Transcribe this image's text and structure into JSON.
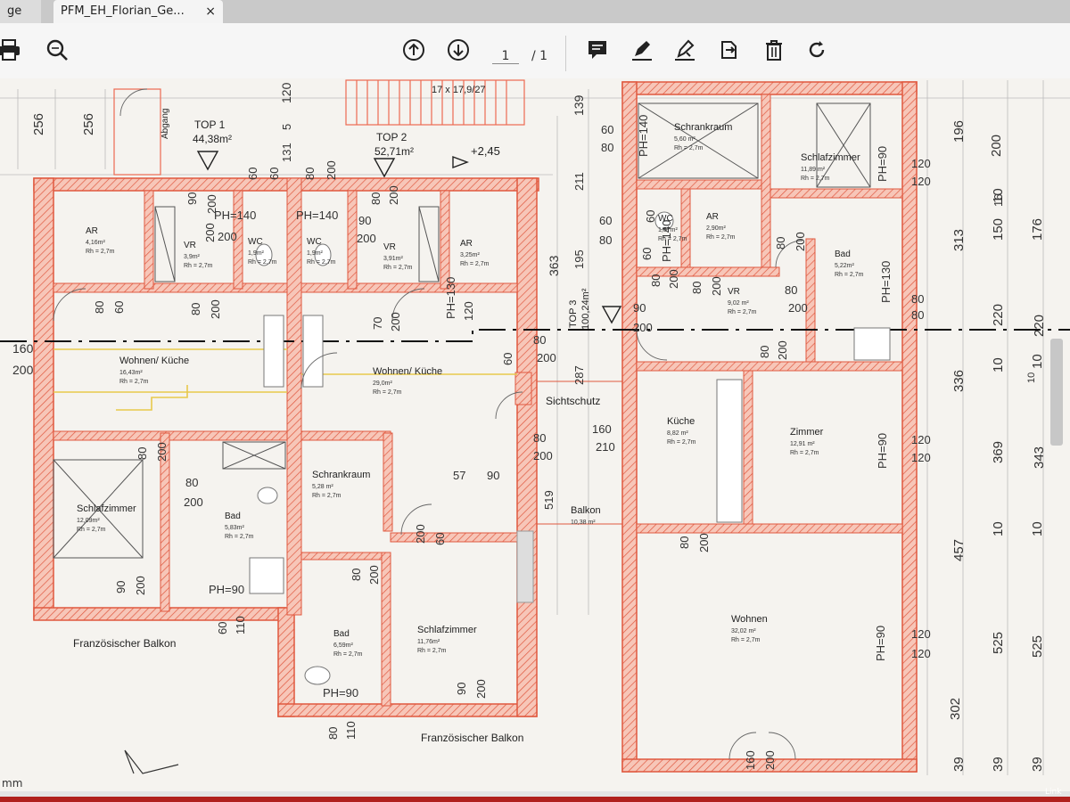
{
  "tabs": {
    "inactive_label": "ge",
    "active_label": "PFM_EH_Florian_Ge...",
    "close_glyph": "×"
  },
  "toolbar": {
    "current_page": "1",
    "page_total": "/ 1"
  },
  "status": {
    "unit": "mm"
  },
  "taskbar": {
    "text": "Link"
  },
  "colors": {
    "wall": "#ec6a52",
    "wall_fill": "#f6b8a8",
    "text": "#222222",
    "dim": "#333333",
    "accent": "#b0201d"
  },
  "plan": {
    "top_labels": {
      "stair": "17 x 17,9/27",
      "top1_title": "TOP 1",
      "top1_area": "44,38m²",
      "top2_title": "TOP 2",
      "top2_area": "52,71m²",
      "top3_title": "TOP 3",
      "top3_area": "100,24m²",
      "level": "+2,45",
      "ausgang": "Abgang"
    },
    "rooms": [
      {
        "name": "AR",
        "area": "4,16m²",
        "height": "Rh = 2,7m"
      },
      {
        "name": "VR",
        "area": "3,9m²",
        "height": "Rh = 2,7m"
      },
      {
        "name": "WC",
        "area": "1,9m²",
        "height": "Rh = 2,7m"
      },
      {
        "name": "WC",
        "area": "1,9m²",
        "height": "Rh = 2,7m"
      },
      {
        "name": "VR",
        "area": "3,91m²",
        "height": "Rh = 2,7m"
      },
      {
        "name": "AR",
        "area": "3,25m²",
        "height": "Rh = 2,7m"
      },
      {
        "name": "Wohnen/ Küche",
        "area": "16,43m²",
        "height": "Rh = 2,7m"
      },
      {
        "name": "Wohnen/ Küche",
        "area": "29,0m²",
        "height": "Rh = 2,7m"
      },
      {
        "name": "Schlafzimmer",
        "area": "12,09m²",
        "height": "Rh = 2,7m"
      },
      {
        "name": "Bad",
        "area": "5,83m²",
        "height": "Rh = 2,7m"
      },
      {
        "name": "Schrankraum",
        "area": "5,28 m²",
        "height": "Rh = 2,7m"
      },
      {
        "name": "Bad",
        "area": "6,59m²",
        "height": "Rh = 2,7m"
      },
      {
        "name": "Schlafzimmer",
        "area": "11,76m²",
        "height": "Rh = 2,7m"
      },
      {
        "name": "Schrankraum",
        "area": "5,60 m²",
        "height": "Rh = 2,7m"
      },
      {
        "name": "Schlafzimmer",
        "area": "11,89 m²",
        "height": "Rh = 2,7m"
      },
      {
        "name": "WC",
        "area": "1,57m²",
        "height": "Rh = 2,7m"
      },
      {
        "name": "AR",
        "area": "2,90m²",
        "height": "Rh = 2,7m"
      },
      {
        "name": "Bad",
        "area": "5,22m²",
        "height": "Rh = 2,7m"
      },
      {
        "name": "VR",
        "area": "9,02 m²",
        "height": "Rh = 2,7m"
      },
      {
        "name": "Küche",
        "area": "8,82 m²",
        "height": "Rh = 2,7m"
      },
      {
        "name": "Zimmer",
        "area": "12,91 m²",
        "height": "Rh = 2,7m"
      },
      {
        "name": "Balkon",
        "area": "10,38 m²",
        "height": ""
      },
      {
        "name": "Wohnen",
        "area": "32,02 m²",
        "height": "Rh = 2,7m"
      }
    ],
    "labels": {
      "balkon_left": "Französischer Balkon",
      "balkon_bottom": "Französischer Balkon",
      "sichtschutz": "Sichtschutz"
    },
    "left_dims": [
      "256",
      "256",
      "160",
      "200"
    ],
    "right_dims": [
      "196",
      "200",
      "313",
      "150",
      "10",
      "176",
      "220",
      "220",
      "336",
      "10",
      "10",
      "369",
      "343",
      "457",
      "10",
      "10",
      "525",
      "525",
      "302",
      "39",
      "39",
      "39"
    ],
    "misc_dims": [
      "120",
      "5",
      "131",
      "139",
      "211",
      "363",
      "195",
      "287",
      "519",
      "57",
      "90",
      "16",
      "10"
    ],
    "opening_dims": [
      "80",
      "60",
      "60",
      "80",
      "200",
      "200",
      "90",
      "200",
      "PH=140",
      "PH=140",
      "60",
      "60",
      "80",
      "200",
      "90",
      "200",
      "80",
      "200",
      "80",
      "200",
      "70",
      "200",
      "PH=130",
      "120",
      "60",
      "80",
      "200",
      "80",
      "200",
      "80",
      "200",
      "200",
      "60",
      "160",
      "210",
      "80",
      "200",
      "80",
      "200",
      "80",
      "200",
      "90",
      "200",
      "90",
      "200",
      "PH=90",
      "60",
      "110",
      "80",
      "110",
      "PH=90",
      "60",
      "80",
      "60",
      "60",
      "PH=140",
      "90",
      "200",
      "80",
      "200",
      "80",
      "200",
      "PH=130",
      "80",
      "80",
      "80",
      "200",
      "80",
      "200",
      "120",
      "120",
      "PH=90",
      "120",
      "120",
      "PH=90",
      "120",
      "120",
      "PH=140",
      "80",
      "200",
      "160",
      "200",
      "PH=90"
    ]
  }
}
